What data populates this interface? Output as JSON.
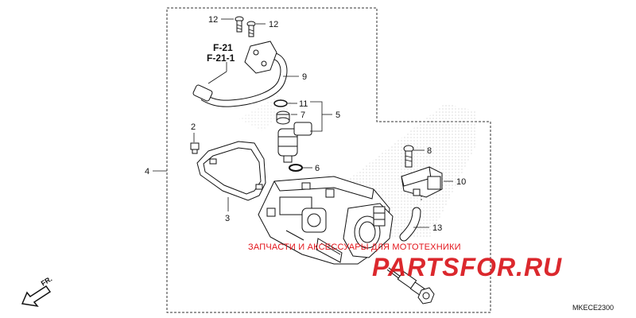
{
  "callouts": {
    "c12a": "12",
    "c12b": "12",
    "c9": "9",
    "c11": "11",
    "c7": "7",
    "c5": "5",
    "c2": "2",
    "c4": "4",
    "c3": "3",
    "c6": "6",
    "c8": "8",
    "c10": "10",
    "c13": "13"
  },
  "refs": {
    "f21": "F-21",
    "f211": "F-21-1"
  },
  "direction": {
    "label": "FR."
  },
  "watermark": {
    "text": "ЗАПЧАСТИ И АКСЕССУАРЫ ДЛЯ МОТОТЕХНИКИ",
    "logo": "PARTSFOR.RU",
    "color": "#e3141b"
  },
  "diagram_code": "MKECE2300"
}
